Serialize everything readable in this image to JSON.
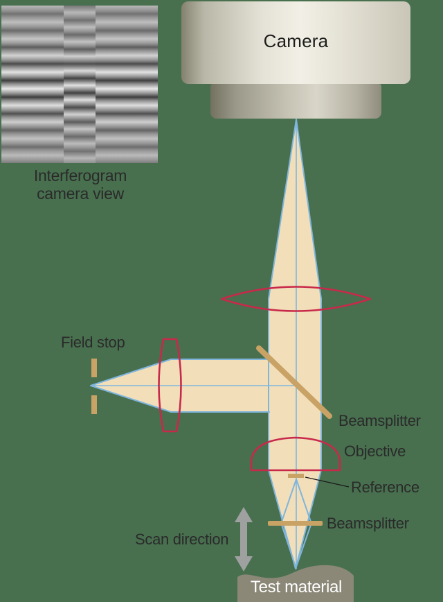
{
  "figure": {
    "camera": {
      "label": "Camera"
    },
    "interferogram": {
      "caption_line1": "Interferogram",
      "caption_line2": "camera view"
    },
    "labels": {
      "field_stop": "Field stop",
      "beamsplitter_upper": "Beamsplitter",
      "objective": "Objective",
      "reference": "Reference",
      "beamsplitter_lower": "Beamsplitter",
      "scan_direction": "Scan direction",
      "test_material": "Test material"
    },
    "colors": {
      "background": "#48704F",
      "beam_fill": "#F2DFBA",
      "beam_edge": "#7FB5DC",
      "lens_outline": "#C8294A",
      "optic_tan": "#C9A265",
      "arrow_gray": "#9FA0A0",
      "material_gray": "#8B8878",
      "label_text": "#2A2A2A",
      "material_text": "#FFFFFF",
      "camera_text": "#1D1D1B"
    }
  }
}
